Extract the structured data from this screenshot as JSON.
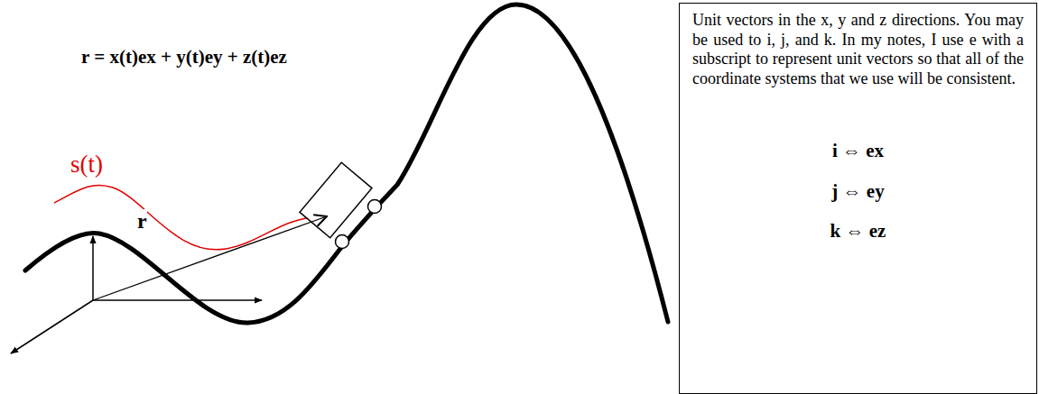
{
  "diagram": {
    "nodes": [
      {
        "text": [
          "Unit vectors in the x, y and z directions. You may be used to i, j, and k. In my notes, I use e with a subscript to represent unit vectors so that all of the coordinate systems that we use will be consistent.",
          "i ⇔ ex",
          "j ⇔ ey",
          "k ⇔ ez"
        ]
      }
    ],
    "labels": [
      "r = x(t)ex + y(t)ey + z(t)ez",
      "s(t)",
      "r"
    ]
  }
}
